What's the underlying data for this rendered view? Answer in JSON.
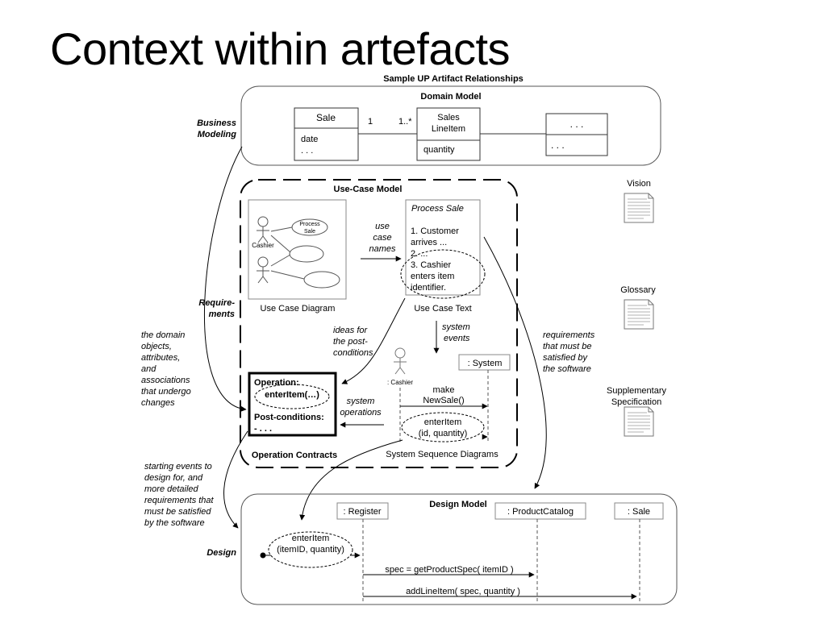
{
  "slide": {
    "title": "Context within artefacts"
  },
  "diagram": {
    "title": "Sample UP Artifact Relationships",
    "lanes": {
      "business": [
        "Business",
        "Modeling"
      ],
      "requirements": [
        "Require-",
        "ments"
      ],
      "design": "Design"
    },
    "domain_model": {
      "title": "Domain Model",
      "sale": {
        "name": "Sale",
        "attrs": [
          "date",
          ". . ."
        ]
      },
      "mult_left": "1",
      "mult_right": "1..*",
      "sales_line_item": {
        "name": [
          "Sales",
          "LineItem"
        ],
        "attrs": [
          "quantity"
        ]
      },
      "other": {
        "name": ". . .",
        "attrs": ". . ."
      }
    },
    "use_case_model": {
      "title": "Use-Case Model",
      "diagram_caption": "Use Case Diagram",
      "actor": "Cashier",
      "ellipse_process_sale": [
        "Process",
        "Sale"
      ],
      "use_case_names": [
        "use",
        "case",
        "names"
      ],
      "text_caption": "Use Case Text",
      "text_title": "Process Sale",
      "text_lines": [
        "1. Customer",
        "arrives ...",
        "2. ...",
        "3. Cashier",
        "enters item",
        "identifier."
      ],
      "ideas_note": [
        "ideas for",
        "the post-",
        "conditions"
      ],
      "system_events": [
        "system",
        "events"
      ],
      "ssd_actor": ": Cashier",
      "ssd_system": ": System",
      "make_new_sale": [
        "make",
        "NewSale()"
      ],
      "enter_item": [
        "enterItem",
        "(id, quantity)"
      ],
      "system_operations": [
        "system",
        "operations"
      ],
      "ssd_caption": "System Sequence Diagrams",
      "contract_caption": "Operation Contracts",
      "contract_operation": "Operation:",
      "contract_op_name": "enterItem(…)",
      "contract_post": "Post-conditions:",
      "contract_post_item": "- . . ."
    },
    "artifacts": {
      "vision": "Vision",
      "glossary": "Glossary",
      "supplementary": [
        "Supplementary",
        "Specification"
      ]
    },
    "notes": {
      "domain_objects": [
        "the domain",
        "objects,",
        "attributes,",
        "and",
        "associations",
        "that undergo",
        "changes"
      ],
      "requirements": [
        "requirements",
        "that must be",
        "satisfied by",
        "the software"
      ],
      "starting_events": [
        "starting events to",
        "design for, and",
        "more detailed",
        "requirements that",
        "must be satisfied",
        "by the software"
      ]
    },
    "design_model": {
      "title": "Design Model",
      "register": ": Register",
      "product_catalog": ": ProductCatalog",
      "sale": ": Sale",
      "enter_item": [
        "enterItem",
        "(itemID, quantity)"
      ],
      "msg1": "spec = getProductSpec( itemID )",
      "msg2": "addLineItem( spec, quantity )"
    }
  }
}
